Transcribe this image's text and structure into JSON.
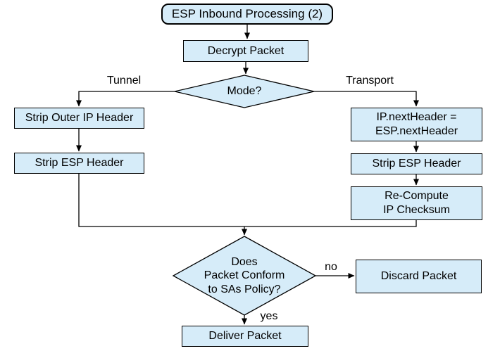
{
  "diagram_title": "ESP Inbound Processing (2)",
  "nodes": {
    "start": {
      "label": "ESP Inbound Processing (2)",
      "shape": "rounded-rect"
    },
    "decrypt": {
      "label": "Decrypt Packet",
      "shape": "rect"
    },
    "mode": {
      "label": "Mode?",
      "shape": "decision"
    },
    "strip_outer": {
      "label": "Strip Outer IP Header",
      "shape": "rect"
    },
    "strip_esp_left": {
      "label": "Strip ESP Header",
      "shape": "rect"
    },
    "ip_next_header": {
      "line1": "IP.nextHeader =",
      "line2": "ESP.nextHeader",
      "shape": "rect"
    },
    "strip_esp_right": {
      "label": "Strip ESP Header",
      "shape": "rect"
    },
    "recompute": {
      "line1": "Re-Compute",
      "line2": "IP Checksum",
      "shape": "rect"
    },
    "conform": {
      "line1": "Does",
      "line2": "Packet Conform",
      "line3": "to SAs Policy?",
      "shape": "decision"
    },
    "discard": {
      "label": "Discard Packet",
      "shape": "rect"
    },
    "deliver": {
      "label": "Deliver Packet",
      "shape": "rect"
    }
  },
  "edge_labels": {
    "tunnel": "Tunnel",
    "transport": "Transport",
    "no": "no",
    "yes": "yes"
  },
  "colors": {
    "node_fill": "#d6ecf9",
    "node_border": "#000000",
    "connector": "#000000",
    "text": "#000000",
    "background": "#ffffff"
  }
}
